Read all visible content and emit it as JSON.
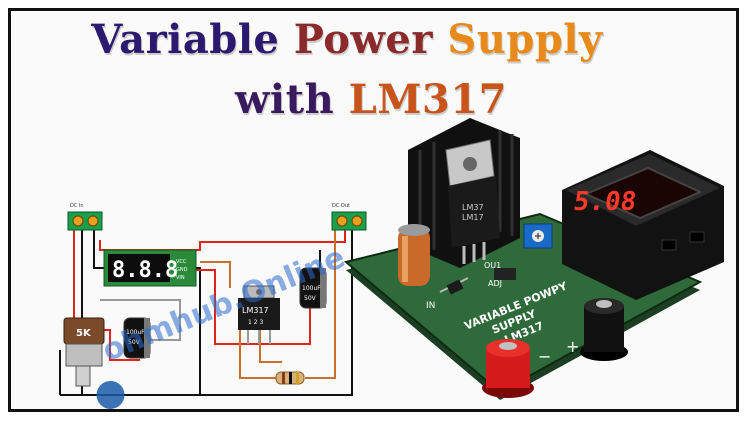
{
  "title": {
    "line1": [
      "Variable ",
      "Power ",
      "Supply"
    ],
    "line2": [
      "with ",
      "LM317"
    ],
    "colors": {
      "variable": "#2b1a6e",
      "power": "#8a2a2a",
      "supply": "#e8891a",
      "with": "#3a1a5e",
      "lm317": "#c8541c"
    }
  },
  "schematic": {
    "display_reading": "8.8.8",
    "display_pins": [
      "VCC",
      "GND",
      "VIN"
    ],
    "pot_label": "5K",
    "cap1": [
      "100uF",
      "50V"
    ],
    "cap2": [
      "100uF",
      "50V"
    ],
    "regulator": [
      "LM317",
      "1 2 3"
    ],
    "terminal_in_label": "DC In",
    "terminal_out_label": "DC Out"
  },
  "watermark": "ohmhub.Online",
  "board": {
    "meter_reading": "5.08",
    "regulator_lines": [
      "LM37",
      "LM17"
    ],
    "label_in": "IN",
    "label_ou": "OU1",
    "label_adj": "ADJ",
    "silkscreen": [
      "VARIABLE POWPY",
      "SUPPLY",
      "LM317"
    ],
    "minus": "−",
    "plus": "+"
  },
  "colors": {
    "pcb": "#2f6b3a",
    "meter": "#e8322a",
    "wire_red": "#e0241c",
    "wire_orange": "#c8702a"
  }
}
